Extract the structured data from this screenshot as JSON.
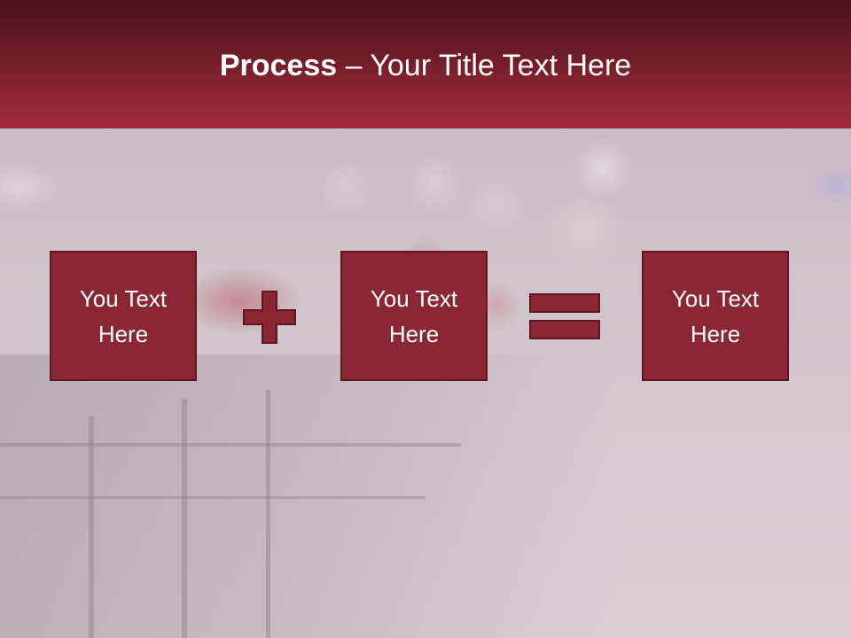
{
  "header": {
    "title_bold": "Process",
    "title_rest": " – Your Title Text Here"
  },
  "process": {
    "steps": [
      {
        "line1": "You Text",
        "line2": "Here"
      },
      {
        "line1": "You Text",
        "line2": "Here"
      },
      {
        "line1": "You Text",
        "line2": "Here"
      }
    ],
    "operators": [
      "plus-icon",
      "equals-icon"
    ]
  },
  "colors": {
    "header_dark": "#4a1119",
    "header_light": "#a32b3d",
    "box_fill": "#8b2635",
    "box_border": "#5e1620",
    "text": "#ffffff"
  }
}
